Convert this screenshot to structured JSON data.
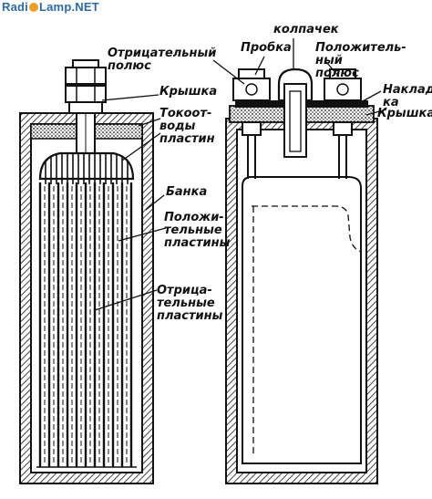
{
  "watermark": {
    "text_pre": "Radi",
    "text_post": "Lamp.NET"
  },
  "left_diagram": {
    "labels": {
      "cover": "Крышка",
      "collectors": "Токоот-\nводы\nпластин",
      "jar": "Банка",
      "positive_plates": "Положи-\nтельные\nпластины",
      "negative_plates": "Отрица-\nтельные\nпластины"
    }
  },
  "right_diagram": {
    "labels": {
      "negative_pole": "Отрицательный\nполюс",
      "cap": "колпачек",
      "plug": "Пробка",
      "positive_pole": "Положитель-\nный\nполюс",
      "overlay": "Наклад-\nка",
      "cover": "Крышка"
    }
  },
  "colors": {
    "ink": "#111111",
    "background": "#ffffff",
    "watermark": "#2a6ab0"
  }
}
